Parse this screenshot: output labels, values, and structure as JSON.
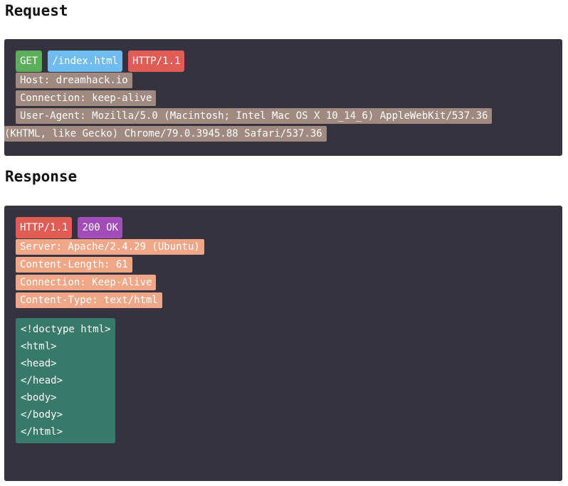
{
  "request": {
    "title": "Request",
    "method": "GET",
    "path": "/index.html",
    "version": "HTTP/1.1",
    "headers": [
      "Host: dreamhack.io",
      "Connection: keep-alive",
      "User-Agent: Mozilla/5.0 (Macintosh; Intel Mac OS X 10_14_6) AppleWebKit/537.36",
      "(KHTML, like Gecko) Chrome/79.0.3945.88 Safari/537.36"
    ]
  },
  "response": {
    "title": "Response",
    "version": "HTTP/1.1",
    "status": "200 OK",
    "headers": [
      "Server: Apache/2.4.29 (Ubuntu)",
      "Content-Length: 61",
      "Connection: Keep-Alive",
      "Content-Type: text/html"
    ],
    "body_lines": [
      "<!doctype html>",
      "<html>",
      "<head>",
      "</head>",
      "<body>",
      "</body>",
      "</html>"
    ]
  },
  "colors": {
    "panel_bg": "#34333f",
    "method": "#5cae5b",
    "path": "#6fbcf0",
    "version": "#e05d55",
    "status": "#a14cb8",
    "request_header": "#a08a80",
    "response_header": "#f0a788",
    "body": "#377a6a"
  }
}
